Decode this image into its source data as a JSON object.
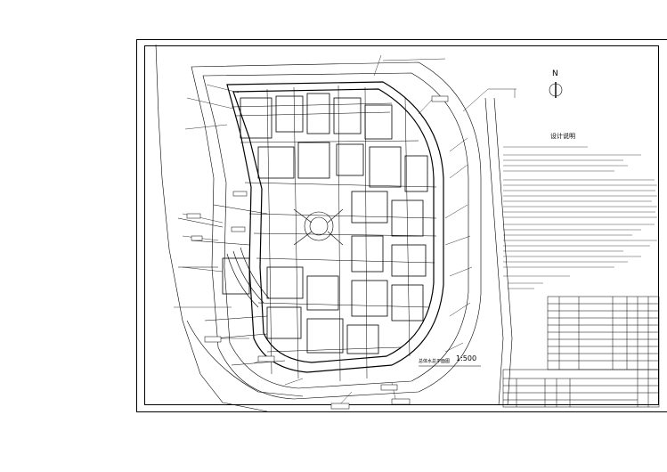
{
  "north_label": "N",
  "notes_title": "设计说明",
  "drawing_title": "总体水总平面图",
  "scale": "1:500"
}
